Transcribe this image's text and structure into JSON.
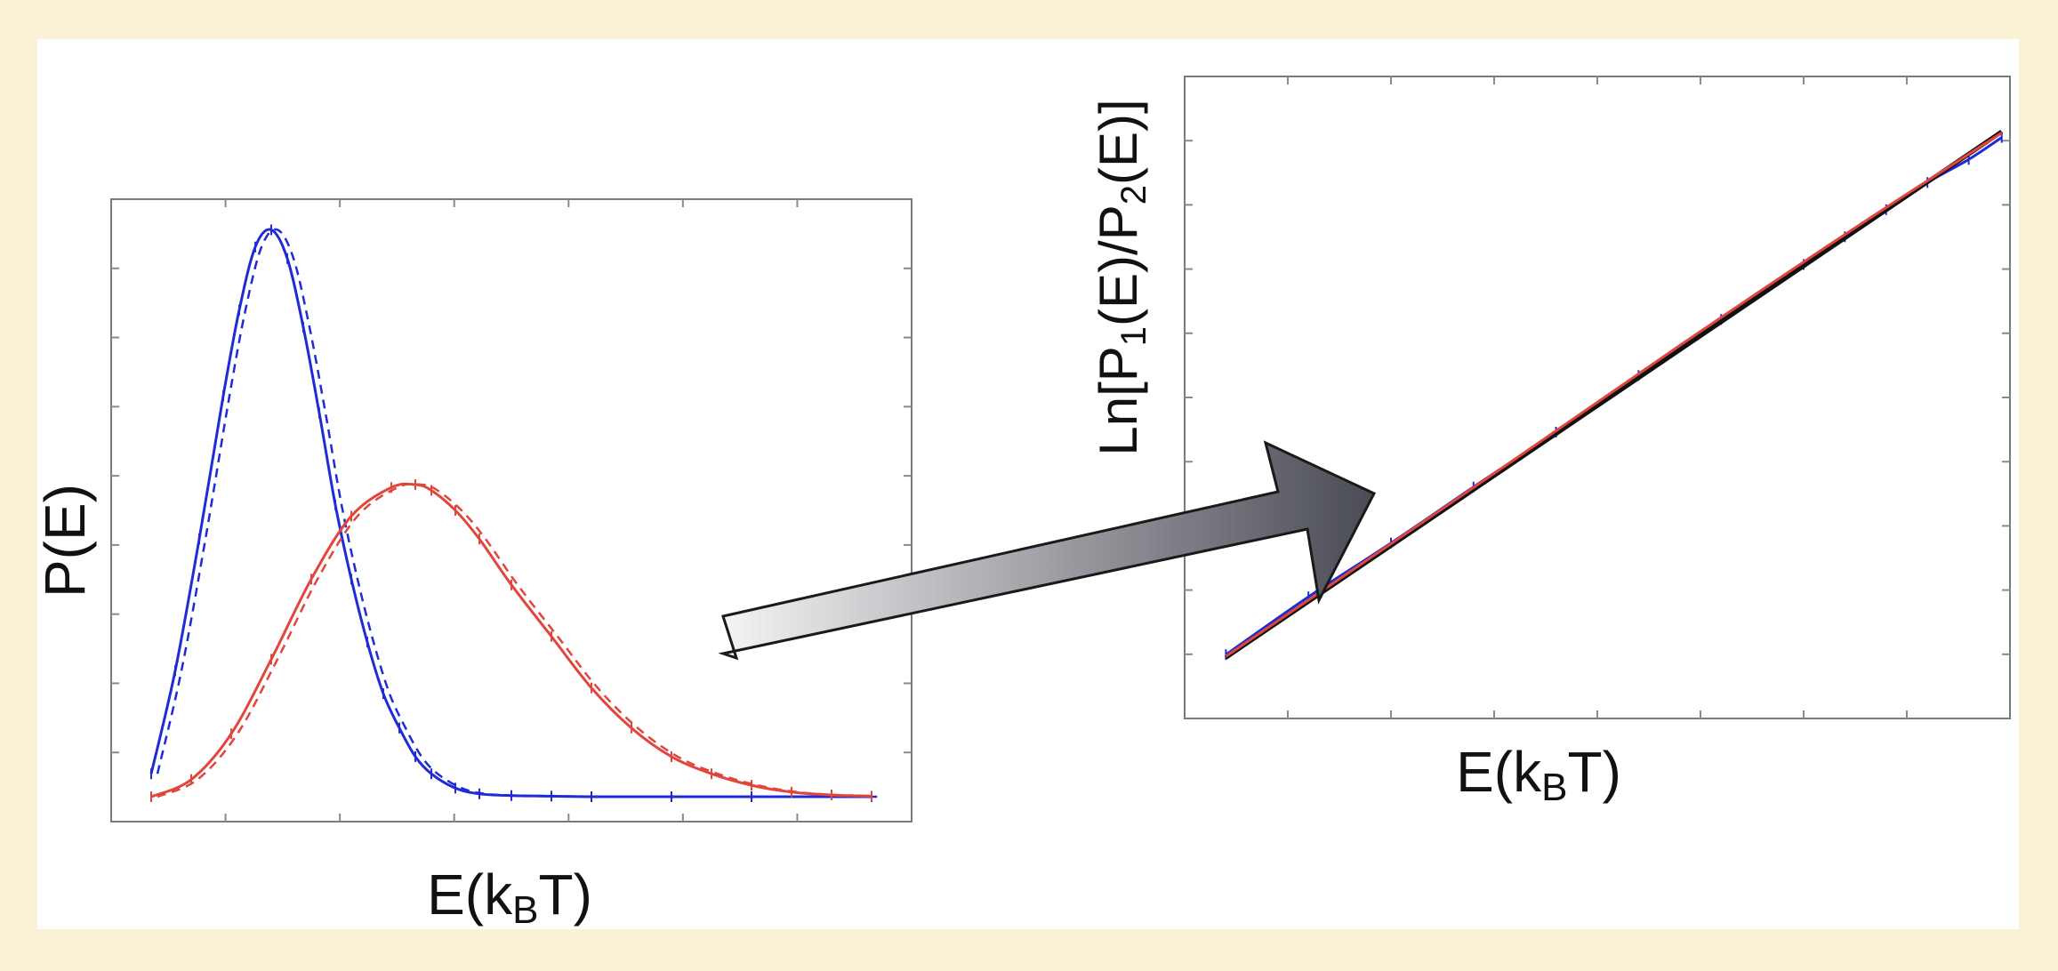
{
  "colors": {
    "background": "#fbf1d4",
    "panel": "#ffffff",
    "series_1": "#1f2bd6",
    "series_2": "#e0463c",
    "fit_line": "#111111",
    "arrow_dark": "#4a4b55",
    "arrow_light": "#f4f4f5"
  },
  "left_plot": {
    "xlabel_main": "E(k",
    "xlabel_sub": "B",
    "xlabel_tail": "T)",
    "ylabel": "P(E)"
  },
  "right_plot": {
    "xlabel_main": "E(k",
    "xlabel_sub": "B",
    "xlabel_tail": "T)",
    "ylabel_parts": [
      "Ln[P",
      "1",
      "(E)/P",
      "2",
      "(E)]"
    ]
  },
  "chart_data": [
    {
      "type": "line",
      "xlabel": "E(kBT)",
      "ylabel": "P(E)",
      "grid": false,
      "x_ticks": 6,
      "y_ticks": 8,
      "xlim": [
        0,
        10
      ],
      "ylim": [
        0,
        1
      ],
      "series": [
        {
          "color": "#1f2bd6",
          "x": [
            0.5,
            0.8,
            1.1,
            1.4,
            1.6,
            1.8,
            2.0,
            2.2,
            2.4,
            2.6,
            2.8,
            3.0,
            3.2,
            3.4,
            3.6,
            3.8,
            4.0,
            4.3,
            4.6,
            5.0,
            5.5,
            6.0,
            7.0,
            8.0,
            9.5
          ],
          "y": [
            0.04,
            0.22,
            0.45,
            0.7,
            0.85,
            0.96,
            0.99,
            0.94,
            0.82,
            0.67,
            0.51,
            0.38,
            0.27,
            0.18,
            0.12,
            0.07,
            0.04,
            0.015,
            0.005,
            0.002,
            0.001,
            0,
            0,
            0,
            0
          ]
        },
        {
          "color": "#e0463c",
          "x": [
            0.5,
            1.0,
            1.5,
            2.0,
            2.5,
            3.0,
            3.5,
            3.8,
            4.0,
            4.3,
            4.6,
            5.0,
            5.5,
            6.0,
            6.5,
            7.0,
            7.5,
            8.0,
            8.5,
            9.0,
            9.5
          ],
          "y": [
            0,
            0.03,
            0.11,
            0.24,
            0.38,
            0.49,
            0.54,
            0.545,
            0.535,
            0.5,
            0.45,
            0.37,
            0.28,
            0.19,
            0.12,
            0.07,
            0.04,
            0.02,
            0.008,
            0.003,
            0.001
          ]
        }
      ]
    },
    {
      "type": "line",
      "xlabel": "E(kBT)",
      "ylabel": "Ln[P1(E)/P2(E)]",
      "grid": false,
      "x_ticks": 7,
      "y_ticks": 9,
      "xlim": [
        0,
        10
      ],
      "ylim": [
        0,
        10
      ],
      "series": [
        {
          "color": "#1f2bd6",
          "x": [
            0.5,
            1.5,
            2.5,
            3.5,
            4.5,
            5.5,
            6.5,
            7.5,
            8.0,
            8.5,
            9.0,
            9.5,
            9.9
          ],
          "y": [
            0.55,
            1.55,
            2.48,
            3.45,
            4.4,
            5.38,
            6.35,
            7.3,
            7.78,
            8.25,
            8.72,
            9.12,
            9.5
          ]
        },
        {
          "color": "#111111",
          "x": [
            0.5,
            9.9
          ],
          "y": [
            0.5,
            9.6
          ]
        },
        {
          "color": "#e0463c",
          "x": [
            0.5,
            2.0,
            4.0,
            6.0,
            8.0,
            9.9
          ],
          "y": [
            0.52,
            1.98,
            3.93,
            5.9,
            7.82,
            9.58
          ]
        }
      ]
    }
  ]
}
